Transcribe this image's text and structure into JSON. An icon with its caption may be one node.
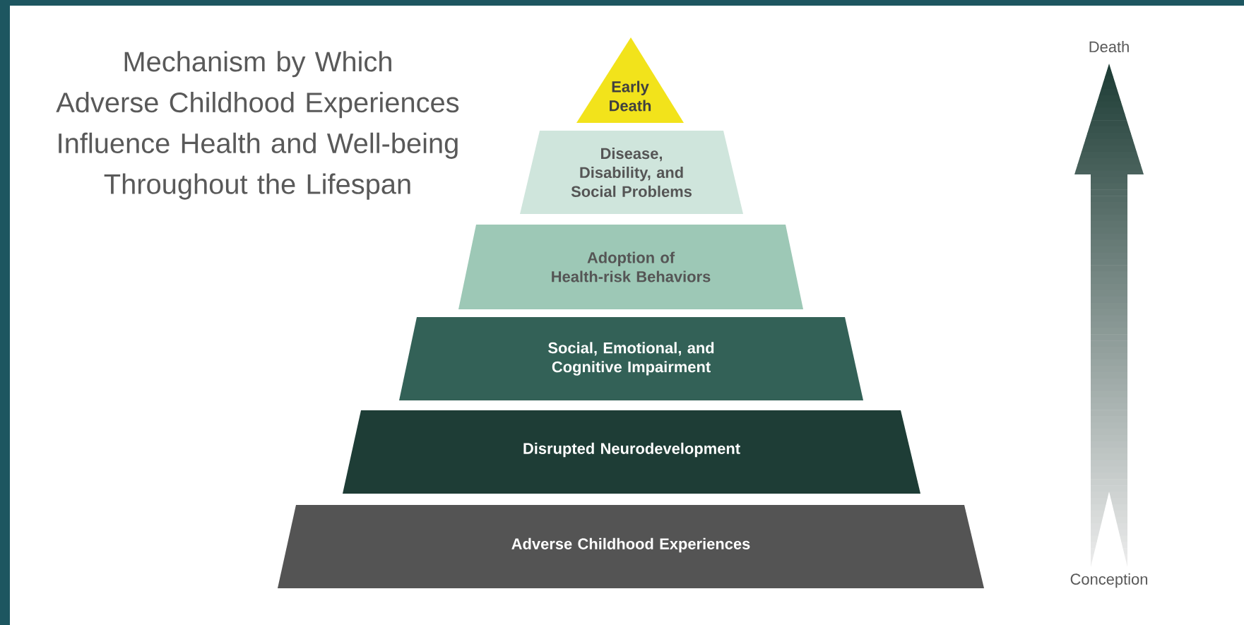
{
  "diagram": {
    "title": "Mechanism by Which Adverse Childhood Experiences Influence Health and Well-being Throughout the Lifespan",
    "nodes": [
      {
        "text": [
          "Early Death"
        ]
      },
      {
        "text": [
          "Disease, Disability, and Social Problems"
        ]
      },
      {
        "text": [
          "Adoption of Health-risk Behaviors"
        ]
      },
      {
        "text": [
          "Social, Emotional, and Cognitive Impairment"
        ]
      },
      {
        "text": [
          "Disrupted Neurodevelopment"
        ]
      },
      {
        "text": [
          "Adverse Childhood Experiences"
        ]
      }
    ],
    "labels": [
      "Death",
      "Conception"
    ]
  }
}
